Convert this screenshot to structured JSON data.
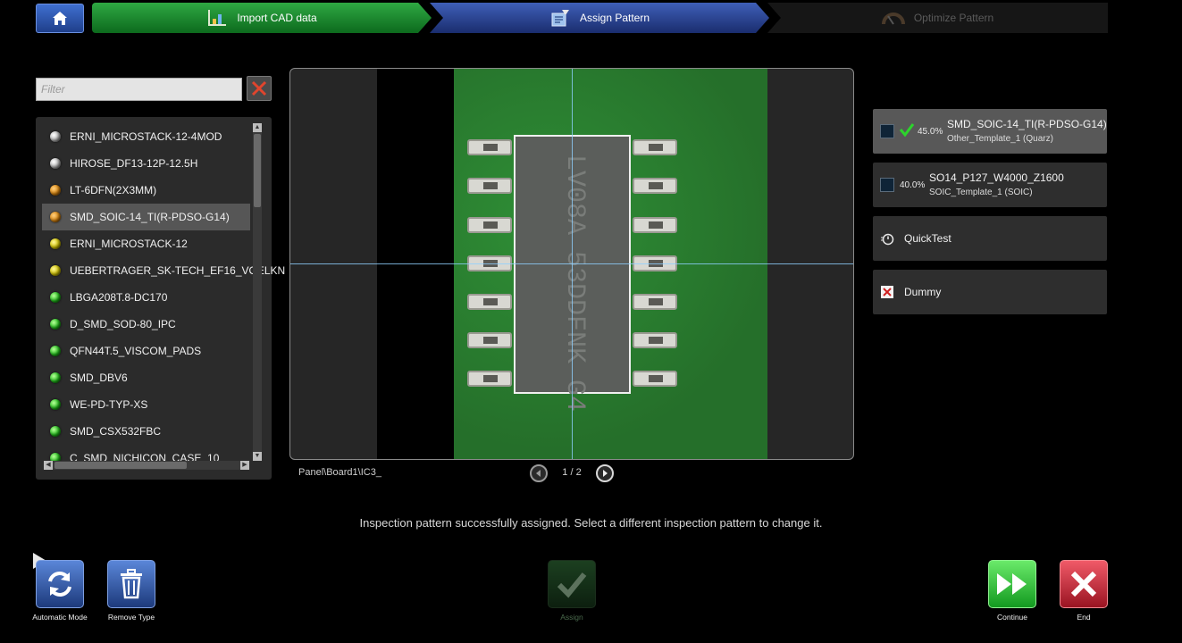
{
  "wizard": {
    "steps": [
      {
        "label": "Import CAD data",
        "state": "done"
      },
      {
        "label": "Assign Pattern",
        "state": "active"
      },
      {
        "label": "Optimize Pattern",
        "state": "disabled"
      }
    ]
  },
  "filter": {
    "placeholder": "Filter",
    "value": ""
  },
  "components": [
    {
      "name": "ERNI_MICROSTACK-12-4MOD",
      "status": "white"
    },
    {
      "name": "HIROSE_DF13-12P-12.5H",
      "status": "white"
    },
    {
      "name": "LT-6DFN(2X3MM)",
      "status": "orange"
    },
    {
      "name": "SMD_SOIC-14_TI(R-PDSO-G14)",
      "status": "orange",
      "selected": true
    },
    {
      "name": "ERNI_MICROSTACK-12",
      "status": "yellow"
    },
    {
      "name": "UEBERTRAGER_SK-TECH_EF16_VOELKN",
      "status": "yellow"
    },
    {
      "name": "LBGA208T.8-DC170",
      "status": "green"
    },
    {
      "name": "D_SMD_SOD-80_IPC",
      "status": "green"
    },
    {
      "name": "QFN44T.5_VISCOM_PADS",
      "status": "green"
    },
    {
      "name": "SMD_DBV6",
      "status": "green"
    },
    {
      "name": "WE-PD-TYP-XS",
      "status": "green"
    },
    {
      "name": "SMD_CSX532FBC",
      "status": "green"
    },
    {
      "name": "C_SMD_NICHICON_CASE_10",
      "status": "green"
    }
  ],
  "viewer": {
    "chip_marking": "LV08A 53DDFNK G4",
    "path": "Panel\\Board1\\IC3_",
    "page": "1 / 2"
  },
  "patterns": [
    {
      "score": "45.0%",
      "name": "SMD_SOIC-14_TI(R-PDSO-G14)",
      "template": "Other_Template_1 (Quarz)",
      "selected": true,
      "assigned": true
    },
    {
      "score": "40.0%",
      "name": "SO14_P127_W4000_Z1600",
      "template": "SOIC_Template_1 (SOIC)"
    },
    {
      "name": "QuickTest",
      "icon": "stopwatch-icon"
    },
    {
      "name": "Dummy",
      "icon": "red-x-icon"
    }
  ],
  "status_message": "Inspection pattern successfully assigned. Select a different inspection pattern to change it.",
  "buttons": {
    "automatic_mode": "Automatic Mode",
    "remove_type": "Remove Type",
    "assign": "Assign",
    "continue": "Continue",
    "end": "End"
  },
  "colors": {
    "done_step": "#1e8a2e",
    "active_step": "#2b4592",
    "led_orange": "#e08a10",
    "led_yellow": "#d6c800",
    "led_green": "#22c01c",
    "pcb_green": "#2a7a2e"
  }
}
